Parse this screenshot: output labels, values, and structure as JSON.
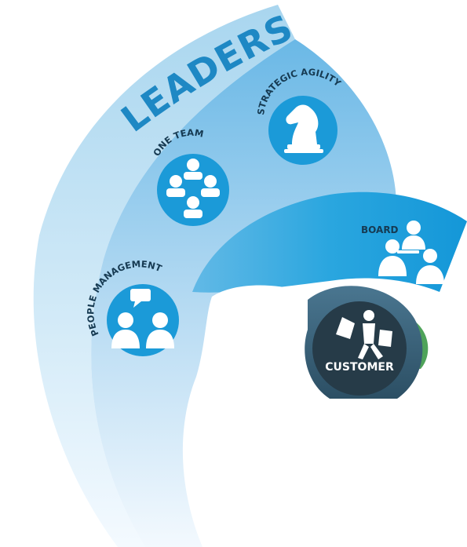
{
  "diagram": {
    "title": "LEADERSHIP",
    "items": [
      {
        "label": "STRATEGIC AGILITY",
        "icon": "chess-knight-icon"
      },
      {
        "label": "ONE TEAM",
        "icon": "team-group-icon"
      },
      {
        "label": "PEOPLE MANAGEMENT",
        "icon": "people-chat-icon"
      },
      {
        "label": "BOARD",
        "icon": "board-meeting-icon"
      },
      {
        "label": "CUSTOMER",
        "icon": "shopper-icon"
      }
    ]
  },
  "colors": {
    "title_blue": "#1e88c4",
    "circle_blue": "#1b9ad8",
    "band_blue": "#1a9bd8",
    "customer_dark": "#263b48",
    "accent_green": "#4fa35a",
    "label_dark": "#163a52"
  }
}
